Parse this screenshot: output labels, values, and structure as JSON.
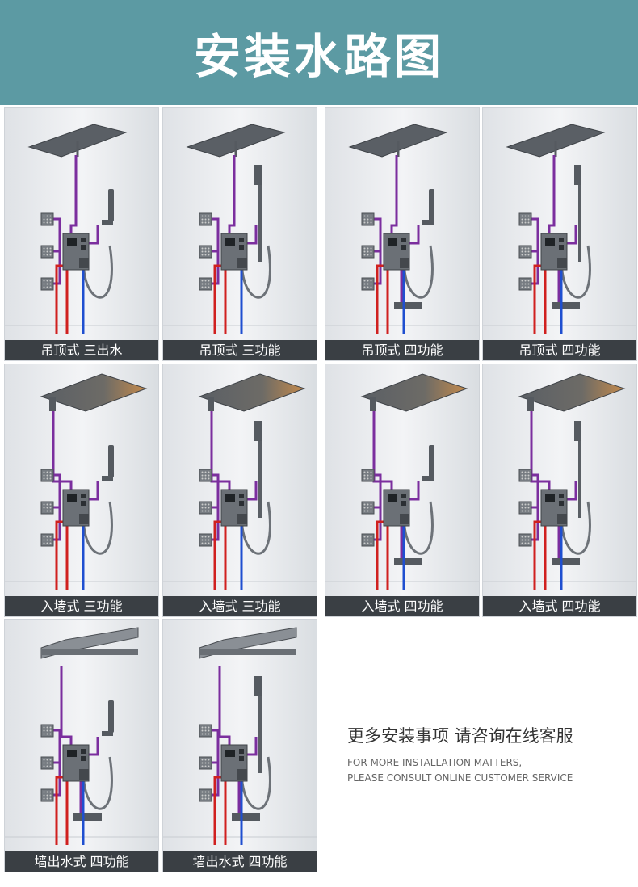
{
  "banner": {
    "title": "安装水路图"
  },
  "tiles": [
    {
      "caption": "吊顶式 三出水",
      "mount": "ceiling",
      "functions": 3,
      "head": "square"
    },
    {
      "caption": "吊顶式 三功能",
      "mount": "ceiling",
      "functions": 3,
      "head": "square"
    },
    {
      "caption": "吊顶式 四功能",
      "mount": "ceiling",
      "functions": 4,
      "head": "square"
    },
    {
      "caption": "吊顶式 四功能",
      "mount": "ceiling",
      "functions": 4,
      "head": "square"
    },
    {
      "caption": "入墙式 三功能",
      "mount": "wall",
      "functions": 3,
      "head": "square-light"
    },
    {
      "caption": "入墙式 三功能",
      "mount": "wall",
      "functions": 3,
      "head": "square-light"
    },
    {
      "caption": "入墙式 四功能",
      "mount": "wall",
      "functions": 4,
      "head": "square-light"
    },
    {
      "caption": "入墙式 四功能",
      "mount": "wall",
      "functions": 4,
      "head": "square-light"
    },
    {
      "caption": "墙出水式 四功能",
      "mount": "waterfall",
      "functions": 4,
      "head": "rectangular"
    },
    {
      "caption": "墙出水式 四功能",
      "mount": "waterfall",
      "functions": 4,
      "head": "rectangular"
    }
  ],
  "note": {
    "title": "更多安装事项 请咨询在线客服",
    "line1": "FOR MORE INSTALLATION MATTERS,",
    "line2": "PLEASE CONSULT ONLINE CUSTOMER SERVICE"
  },
  "colors": {
    "banner": "#5c9aa3",
    "purple_pipe": "#7b2e9e",
    "hot_pipe": "#d0201f",
    "cold_pipe": "#1f4fd0",
    "fixture": "#555a60"
  }
}
